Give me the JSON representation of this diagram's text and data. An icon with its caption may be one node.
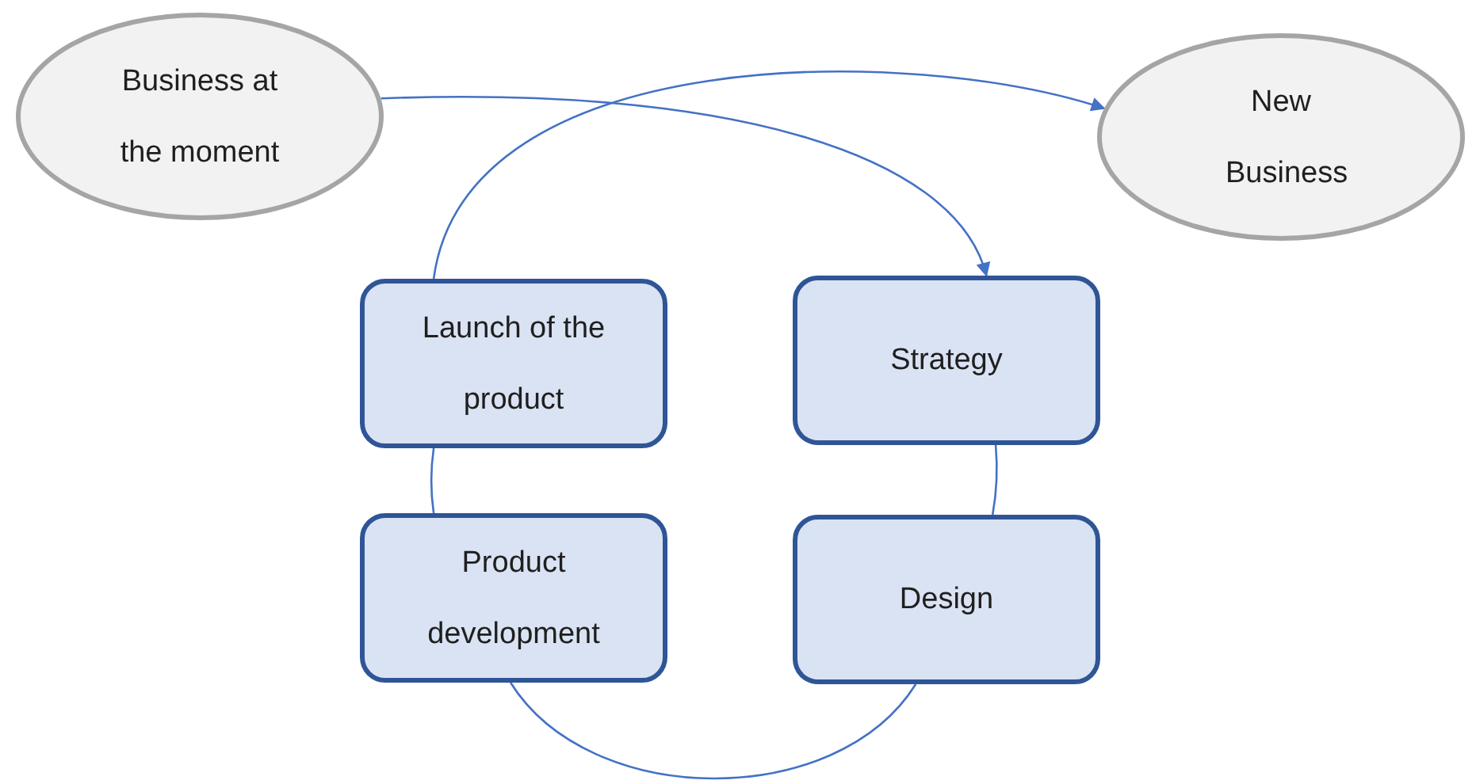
{
  "diagram": {
    "nodes": [
      {
        "text": [
          "Business at the moment"
        ]
      },
      {
        "text": [
          "New Business"
        ]
      },
      {
        "text": [
          "Launch of the product"
        ]
      },
      {
        "text": [
          "Strategy"
        ]
      },
      {
        "text": [
          "Product development"
        ]
      },
      {
        "text": [
          "Design"
        ]
      }
    ],
    "edges": [
      {
        "from": 0,
        "to": 3,
        "arrow": "to"
      },
      {
        "from": 2,
        "to": 1,
        "arrow": "to"
      },
      {
        "from": 3,
        "to": 5,
        "arrow": "none"
      },
      {
        "from": 5,
        "to": 4,
        "arrow": "none"
      },
      {
        "from": 4,
        "to": 2,
        "arrow": "none"
      }
    ]
  }
}
